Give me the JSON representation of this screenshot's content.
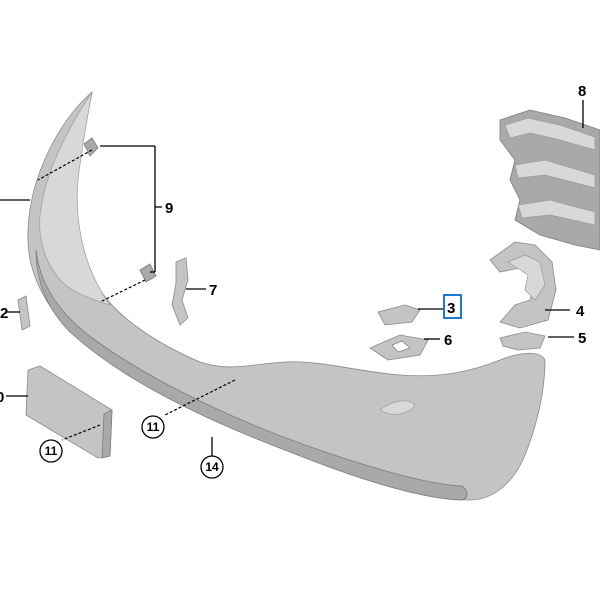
{
  "diagram": {
    "colors": {
      "part": "#c4c4c4",
      "part_shadow": "#a9a9a9",
      "highlight_box": "#1e78d2",
      "lines": "#000000"
    },
    "callouts": {
      "c2": "2",
      "c3": "3",
      "c4": "4",
      "c5": "5",
      "c6": "6",
      "c7": "7",
      "c8": "8",
      "c9": "9",
      "c10": "0",
      "c11a": "11",
      "c11b": "11",
      "c14": "14"
    }
  }
}
